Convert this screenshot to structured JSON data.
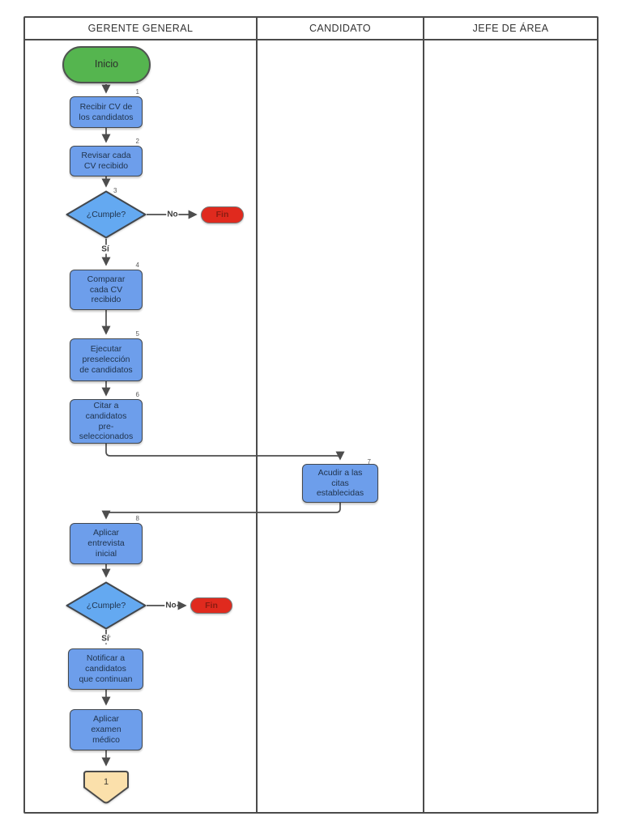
{
  "lanes": [
    {
      "title": "GERENTE GENERAL"
    },
    {
      "title": "CANDIDATO"
    },
    {
      "title": "JEFE DE ÁREA"
    }
  ],
  "colors": {
    "process_fill": "#6D9EEB",
    "decision_fill": "#64A9F1",
    "start_fill": "#55B54F",
    "end_fill": "#E02A1E",
    "end_text": "#8A1C12",
    "offpage_fill": "#FBE0AB",
    "line": "#4D4D4D"
  },
  "nodes": {
    "start": {
      "label": "Inicio"
    },
    "recibir_cv": {
      "label": "Recibir CV de\nlos candidatos",
      "number": "1"
    },
    "revisar_cv": {
      "label": "Revisar cada\nCV recibido",
      "number": "2"
    },
    "cumple_1": {
      "label": "¿Cumple?",
      "number": "3"
    },
    "fin_1": {
      "label": "Fin"
    },
    "comparar_cv": {
      "label": "Comparar\ncada CV\nrecibido",
      "number": "4"
    },
    "ejecutar_preseleccion": {
      "label": "Ejecutar\npreselección\nde candidatos",
      "number": "5"
    },
    "citar_candidatos": {
      "label": "Citar a\ncandidatos\npre-\nseleccionados",
      "number": "6"
    },
    "acudir_citas": {
      "label": "Acudir a las\ncitas\nestablecidas",
      "number": "7"
    },
    "aplicar_entrevista": {
      "label": "Aplicar\nentrevista\ninicial",
      "number": "8"
    },
    "cumple_2": {
      "label": "¿Cumple?"
    },
    "fin_2": {
      "label": "Fin"
    },
    "notificar": {
      "label": "Notificar a\ncandidatos\nque continuan"
    },
    "examen_medico": {
      "label": "Aplicar\nexamen\nmédico"
    },
    "offpage_1": {
      "label": "1"
    }
  },
  "edges": {
    "no_1": "No",
    "si_1": "Sí",
    "no_2": "No",
    "si_2": "Sí"
  }
}
